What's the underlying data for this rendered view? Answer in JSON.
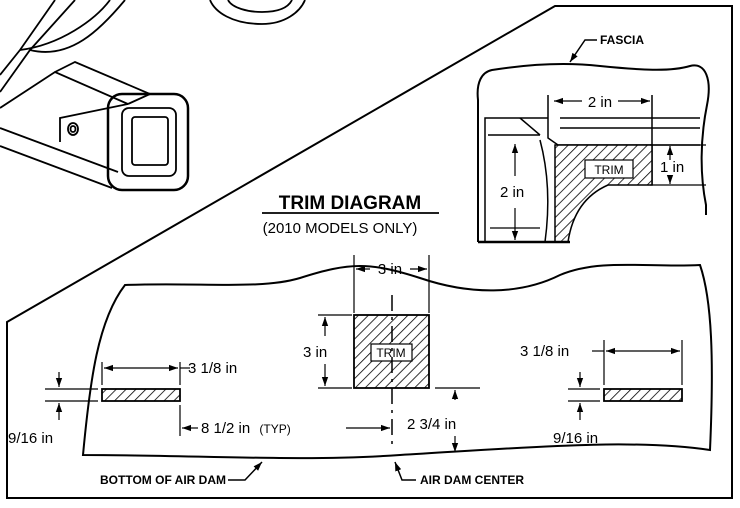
{
  "diagram": {
    "title": "TRIM DIAGRAM",
    "subtitle": "(2010 MODELS ONLY)",
    "labels": {
      "fascia": "FASCIA",
      "bottom_of_air_dam": "BOTTOM OF AIR DAM",
      "air_dam_center": "AIR DAM CENTER"
    },
    "inset": {
      "width": "2 in",
      "height_left": "2 in",
      "height_right": "1 in",
      "trim_label": "TRIM"
    },
    "center_trim": {
      "width": "3 in",
      "height": "3 in",
      "trim_label": "TRIM",
      "offset_from_bottom": "2 3/4 in"
    },
    "left_trim": {
      "length": "3 1/8 in",
      "thickness": "9/16 in",
      "offset_value": "8 1/2 in",
      "offset_qualifier": "(TYP)"
    },
    "right_trim": {
      "length": "3 1/8 in",
      "thickness": "9/16 in"
    }
  },
  "colors": {
    "line": "#000000",
    "background": "#ffffff"
  }
}
